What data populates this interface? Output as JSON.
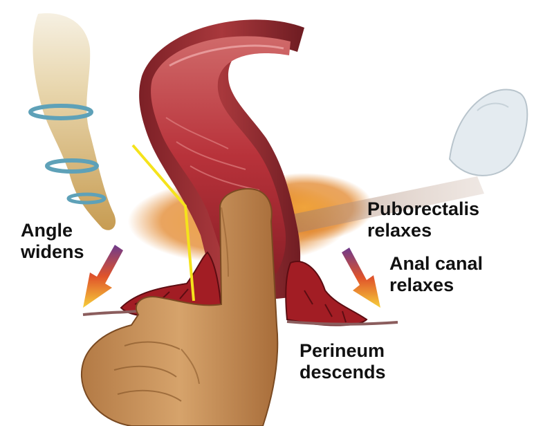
{
  "labels": {
    "angle": [
      "Angle",
      "widens"
    ],
    "puborectalis": [
      "Puborectalis",
      "relaxes"
    ],
    "anal_canal": [
      "Anal canal",
      "relaxes"
    ],
    "perineum": [
      "Perineum",
      "descends"
    ]
  },
  "colors": {
    "rectum_wall": "#8e2a2e",
    "rectum_lumen": "#b5343c",
    "muscle": "#a21d24",
    "finger": "#c48e58",
    "bone": "#d8b978",
    "ligament_ring": "#5ea1b8",
    "marker_line": "#f5e31c",
    "puborectalis_glow": "#e7902c",
    "arrow_top": "#7a3a8a",
    "arrow_bottom": "#f3c531",
    "text": "#111111"
  }
}
